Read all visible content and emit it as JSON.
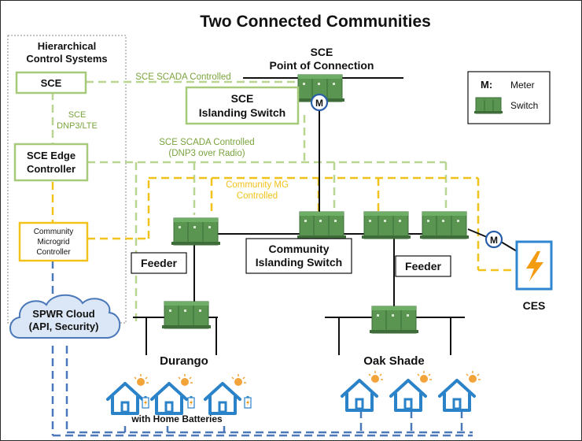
{
  "title": "Two Connected Communities",
  "hierarchy": {
    "title_line1": "Hierarchical",
    "title_line2": "Control Systems",
    "sce_box": "SCE",
    "dnp3_lte_1": "SCE",
    "dnp3_lte_2": "DNP3/LTE",
    "edge_1": "SCE Edge",
    "edge_2": "Controller",
    "cmc_1": "Community",
    "cmc_2": "Microgrid",
    "cmc_3": "Controller",
    "cloud_1": "SPWR Cloud",
    "cloud_2": "(API, Security)"
  },
  "labels": {
    "scada_controlled": "SCE SCADA Controlled",
    "scada_radio_1": "SCE SCADA Controlled",
    "scada_radio_2": "(DNP3 over Radio)",
    "community_mg_1": "Community MG",
    "community_mg_2": "Controlled",
    "poc_1": "SCE",
    "poc_2": "Point of Connection",
    "islanding_1": "SCE",
    "islanding_2": "Islanding Switch",
    "community_switch_1": "Community",
    "community_switch_2": "Islanding Switch",
    "feeder_left": "Feeder",
    "feeder_right": "Feeder",
    "durango": "Durango",
    "oak_shade": "Oak Shade",
    "home_batteries": "with Home Batteries",
    "ces": "CES",
    "meter_symbol": "M"
  },
  "legend": {
    "meter_key": "M:",
    "meter_label": "Meter",
    "switch_label": "Switch"
  },
  "colors": {
    "sce_green": "#7aa33e",
    "light_green": "#b5d48a",
    "yellow": "#f2c21b",
    "blue": "#4a78b8",
    "house_blue": "#2a82c9",
    "switch_green": "#4f8a4a",
    "ces_blue": "#2e86d1",
    "ces_bolt": "#f39c12"
  }
}
